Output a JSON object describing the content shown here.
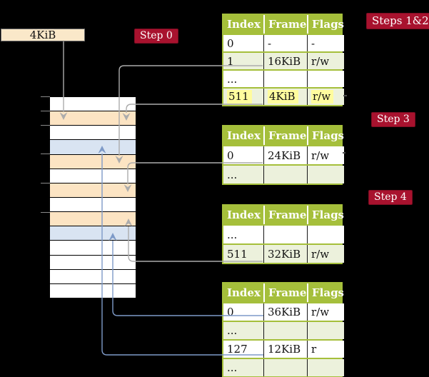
{
  "colors": {
    "background": "#000000",
    "table_header_green": "#A5BF3B",
    "table_row_green": "#ECF1DC",
    "highlight_yellow": "#FFFC9E",
    "badge_red": "#A8122E",
    "box_wheat": "#FAE8C9",
    "mem_wheat": "#FCE4C3",
    "mem_blue": "#D9E4F2",
    "mem_white": "#FFFFFF",
    "arrow_gray": "#ACACAC",
    "arrow_blue": "#7E9AC8"
  },
  "page_size_box": {
    "label": "4KiB"
  },
  "step_badges": [
    {
      "id": "step0",
      "label": "Step 0"
    },
    {
      "id": "steps12",
      "label": "Steps 1&2"
    },
    {
      "id": "step3",
      "label": "Step 3"
    },
    {
      "id": "step4",
      "label": "Step 4"
    }
  ],
  "memory": {
    "rows": [
      "white",
      "wheat",
      "white",
      "blue",
      "wheat",
      "white",
      "wheat",
      "white",
      "wheat",
      "blue",
      "white",
      "white",
      "white",
      "white"
    ]
  },
  "tables": [
    {
      "id": "steps12-table",
      "header": [
        "Index",
        "Frame",
        "Flags"
      ],
      "rows": [
        {
          "cells": [
            "0",
            "-",
            "-"
          ],
          "shade": "white",
          "highlight": false
        },
        {
          "cells": [
            "1",
            "16KiB",
            "r/w"
          ],
          "shade": "green",
          "highlight": false
        },
        {
          "cells": [
            "...",
            "",
            ""
          ],
          "shade": "white",
          "highlight": false
        },
        {
          "cells": [
            "511",
            "4KiB",
            "r/w"
          ],
          "shade": "green",
          "highlight": true
        }
      ]
    },
    {
      "id": "step3-table",
      "header": [
        "Index",
        "Frame",
        "Flags"
      ],
      "rows": [
        {
          "cells": [
            "0",
            "24KiB",
            "r/w"
          ],
          "shade": "white",
          "highlight": false
        },
        {
          "cells": [
            "...",
            "",
            ""
          ],
          "shade": "green",
          "highlight": false
        }
      ]
    },
    {
      "id": "step4-table",
      "header": [
        "Index",
        "Frame",
        "Flags"
      ],
      "rows": [
        {
          "cells": [
            "...",
            "",
            ""
          ],
          "shade": "white",
          "highlight": false
        },
        {
          "cells": [
            "511",
            "32KiB",
            "r/w"
          ],
          "shade": "green",
          "highlight": false
        }
      ]
    },
    {
      "id": "level1-table",
      "header": [
        "Index",
        "Frame",
        "Flags"
      ],
      "rows": [
        {
          "cells": [
            "0",
            "36KiB",
            "r/w"
          ],
          "shade": "white",
          "highlight": false
        },
        {
          "cells": [
            "...",
            "",
            ""
          ],
          "shade": "green",
          "highlight": false
        },
        {
          "cells": [
            "127",
            "12KiB",
            "r"
          ],
          "shade": "white",
          "highlight": false
        },
        {
          "cells": [
            "...",
            "",
            ""
          ],
          "shade": "green",
          "highlight": false
        }
      ]
    }
  ]
}
